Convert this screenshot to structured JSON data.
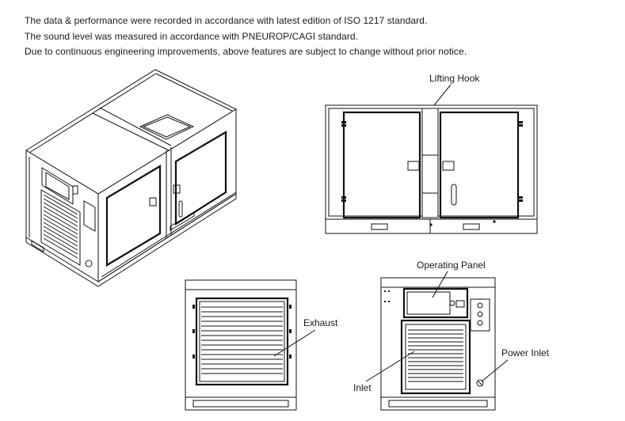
{
  "notes": [
    "The data & performance were recorded in accordance with latest edition of ISO 1217 standard.",
    "The sound level was measured in accordance with PNEUROP/CAGI standard.",
    "Due to continuous engineering improvements, above features are subject to change without prior notice."
  ],
  "callouts": {
    "lifting_hook": "Lifting Hook",
    "exhaust": "Exhaust",
    "operating_panel": "Operating Panel",
    "power_inlet": "Power Inlet",
    "inlet": "Inlet"
  }
}
